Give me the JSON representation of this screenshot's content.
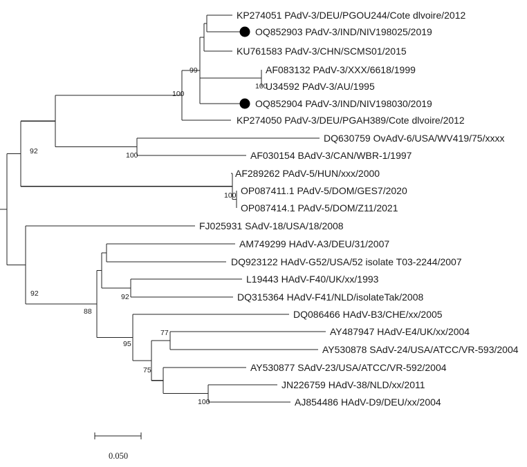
{
  "tree": {
    "leaves": [
      {
        "id": "kp274051",
        "label": "KP274051 PAdV-3/DEU/PGOU244/Cote dlvoire/2012",
        "marker": false
      },
      {
        "id": "oq852903",
        "label": "OQ852903 PAdV-3/IND/NIV198025/2019",
        "marker": true
      },
      {
        "id": "ku761583",
        "label": "KU761583 PAdV-3/CHN/SCMS01/2015",
        "marker": false
      },
      {
        "id": "af083132",
        "label": "AF083132 PAdV-3/XXX/6618/1999",
        "marker": false
      },
      {
        "id": "u34592",
        "label": "U34592 PAdV-3/AU/1995",
        "marker": false
      },
      {
        "id": "oq852904",
        "label": "OQ852904 PAdV-3/IND/NIV198030/2019",
        "marker": true
      },
      {
        "id": "kp274050",
        "label": "KP274050 PAdV-3/DEU/PGAH389/Cote dlvoire/2012",
        "marker": false
      },
      {
        "id": "dq630759",
        "label": "DQ630759 OvAdV-6/USA/WV419/75/xxxx",
        "marker": false
      },
      {
        "id": "af030154",
        "label": "AF030154 BAdV-3/CAN/WBR-1/1997",
        "marker": false
      },
      {
        "id": "af289262",
        "label": "AF289262 PAdV-5/HUN/xxx/2000",
        "marker": false
      },
      {
        "id": "op087411",
        "label": "OP087411.1 PAdV-5/DOM/GES7/2020",
        "marker": false
      },
      {
        "id": "op087414",
        "label": "OP087414.1 PAdV-5/DOM/Z11/2021",
        "marker": false
      },
      {
        "id": "fj025931",
        "label": "FJ025931 SAdV-18/USA/18/2008",
        "marker": false
      },
      {
        "id": "am749299",
        "label": "AM749299 HAdV-A3/DEU/31/2007",
        "marker": false
      },
      {
        "id": "dq923122",
        "label": "DQ923122 HAdV-G52/USA/52 isolate T03-2244/2007",
        "marker": false
      },
      {
        "id": "l19443",
        "label": "L19443 HAdV-F40/UK/xx/1993",
        "marker": false
      },
      {
        "id": "dq315364",
        "label": "DQ315364 HAdV-F41/NLD/isolateTak/2008",
        "marker": false
      },
      {
        "id": "dq086466",
        "label": "DQ086466 HAdV-B3/CHE/xx/2005",
        "marker": false
      },
      {
        "id": "ay487947",
        "label": "AY487947 HAdV-E4/UK/xx/2004",
        "marker": false
      },
      {
        "id": "ay530878",
        "label": "AY530878 SAdV-24/USA/ATCC/VR-593/2004",
        "marker": false
      },
      {
        "id": "ay530877",
        "label": "AY530877 SAdV-23/USA/ATCC/VR-592/2004",
        "marker": false
      },
      {
        "id": "jn226759",
        "label": "JN226759 HAdV-38/NLD/xx/2011",
        "marker": false
      },
      {
        "id": "aj854486",
        "label": "AJ854486 HAdV-D9/DEU/xx/2004",
        "marker": false
      }
    ],
    "bootstrap": [
      {
        "id": "bs-pav3-inner",
        "value": "99"
      },
      {
        "id": "bs-af083132-u34592",
        "value": "100"
      },
      {
        "id": "bs-pav3-clade",
        "value": "100"
      },
      {
        "id": "bs-ov-bov",
        "value": "100"
      },
      {
        "id": "bs-pav5",
        "value": "100"
      },
      {
        "id": "bs-upper-group",
        "value": "92"
      },
      {
        "id": "bs-lower-group",
        "value": "92"
      },
      {
        "id": "bs-hadv-f",
        "value": "92"
      },
      {
        "id": "bs-inner-88",
        "value": "88"
      },
      {
        "id": "bs-inner-95",
        "value": "95"
      },
      {
        "id": "bs-e4-sadv24",
        "value": "77"
      },
      {
        "id": "bs-inner-75",
        "value": "75"
      },
      {
        "id": "bs-hadv38-d9",
        "value": "100"
      }
    ],
    "scale_bar": {
      "value": "0.050"
    }
  }
}
